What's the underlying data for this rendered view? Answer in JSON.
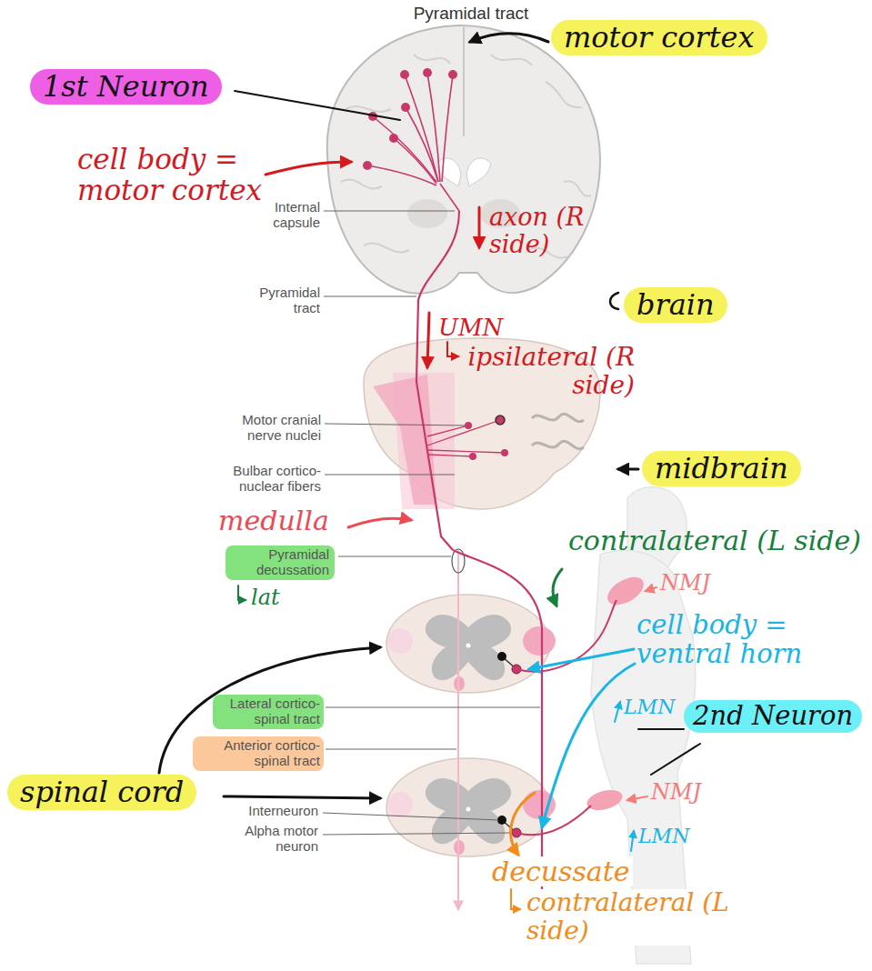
{
  "diagram": {
    "title": "Pyramidal tract",
    "nodes": [
      {
        "text": [
          "motor cortex"
        ]
      },
      {
        "text": [
          "1st Neuron"
        ]
      },
      {
        "text": [
          "brain"
        ]
      },
      {
        "text": [
          "midbrain"
        ]
      },
      {
        "text": [
          "Pyramidal decussation"
        ]
      },
      {
        "text": [
          "2nd Neuron"
        ]
      },
      {
        "text": [
          "Lateral cortico- spinal tract"
        ]
      },
      {
        "text": [
          "Anterior cortico- spinal tract"
        ]
      },
      {
        "text": [
          "spinal cord"
        ]
      }
    ],
    "labels": [
      "cell body = motor cortex",
      "Internal capsule",
      "axon (R side)",
      "Pyramidal tract",
      "UMN",
      "ipsilateral (R side)",
      "Motor cranial nerve nuclei",
      "Bulbar cortico- nuclear fibers",
      "medulla",
      "lat",
      "contralateral (L side)",
      "NMJ",
      "cell body = ventral horn",
      "LMN",
      "NMJ",
      "LMN",
      "Interneuron",
      "Alpha motor neuron",
      "decussate",
      "contralateral (L side)"
    ]
  }
}
